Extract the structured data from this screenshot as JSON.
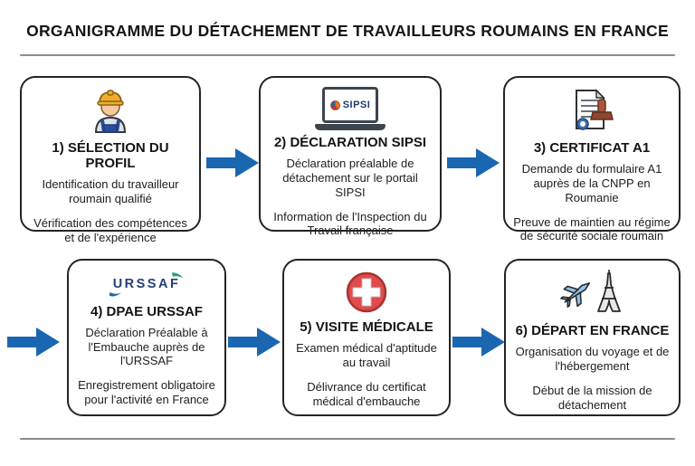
{
  "title": "ORGANIGRAMME DU DÉTACHEMENT DE TRAVAILLEURS ROUMAINS EN FRANCE",
  "colors": {
    "arrow": "#1b66b1",
    "line": "#8c8c8c",
    "sipsi": "#1d3a6e",
    "urssaf": "#233f7a",
    "medical_red": "#e04b4b",
    "hat_yellow": "#f0ad2d"
  },
  "steps": [
    {
      "icon": "worker-icon",
      "heading": "1) SÉLECTION DU PROFIL",
      "lines": [
        "Identification du travailleur roumain qualifié",
        "Vérification des compétences et de l'expérience"
      ]
    },
    {
      "icon": "sipsi-laptop-icon",
      "icon_label": "SIPSI",
      "heading": "2) DÉCLARATION SIPSI",
      "lines": [
        "Déclaration préalable de détachement sur le portail SIPSI",
        "Information de l'Inspection du Travail française"
      ]
    },
    {
      "icon": "stamped-document-icon",
      "heading": "3) CERTIFICAT A1",
      "lines": [
        "Demande du formulaire A1 auprès de la CNPP en Roumanie",
        "Preuve de maintien au régime de sécurité sociale roumain"
      ]
    },
    {
      "icon": "urssaf-logo-icon",
      "icon_label": "URSSAF",
      "heading": "4) DPAE URSSAF",
      "lines": [
        "Déclaration Préalable à l'Embauche auprès de l'URSSAF",
        "Enregistrement obligatoire pour l'activité en France"
      ]
    },
    {
      "icon": "medical-cross-icon",
      "heading": "5) VISITE MÉDICALE",
      "lines": [
        "Examen médical d'aptitude au travail",
        "Délivrance du certificat médical d'embauche"
      ]
    },
    {
      "icon": "plane-eiffel-icon",
      "heading": "6) DÉPART EN FRANCE",
      "lines": [
        "Organisation du voyage et de l'hébergement",
        "Début de la mission de détachement"
      ]
    }
  ]
}
